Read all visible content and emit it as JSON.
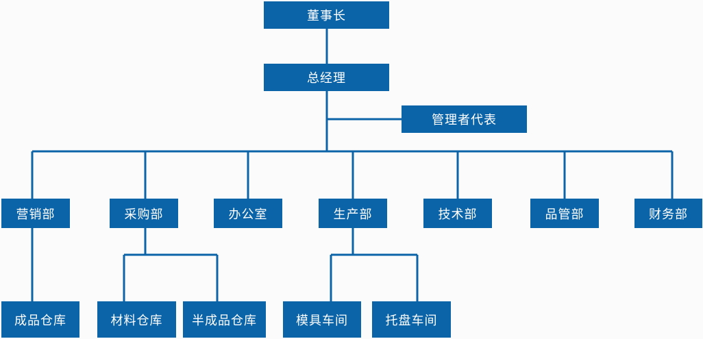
{
  "colors": {
    "box": "#0b63a8",
    "line": "#0b63a8",
    "text": "#ffffff",
    "background": "#fbfbfb"
  },
  "nodes": {
    "chairman": "董事长",
    "general_manager": "总经理",
    "management_representative": "管理者代表",
    "sales_dept": "营销部",
    "procurement_dept": "采购部",
    "office": "办公室",
    "production_dept": "生产部",
    "technology_dept": "技术部",
    "quality_dept": "品管部",
    "finance_dept": "财务部",
    "finished_goods_warehouse": "成品仓库",
    "material_warehouse": "材料仓库",
    "semi_finished_warehouse": "半成品仓库",
    "mold_workshop": "模具车间",
    "pallet_workshop": "托盘车间"
  }
}
